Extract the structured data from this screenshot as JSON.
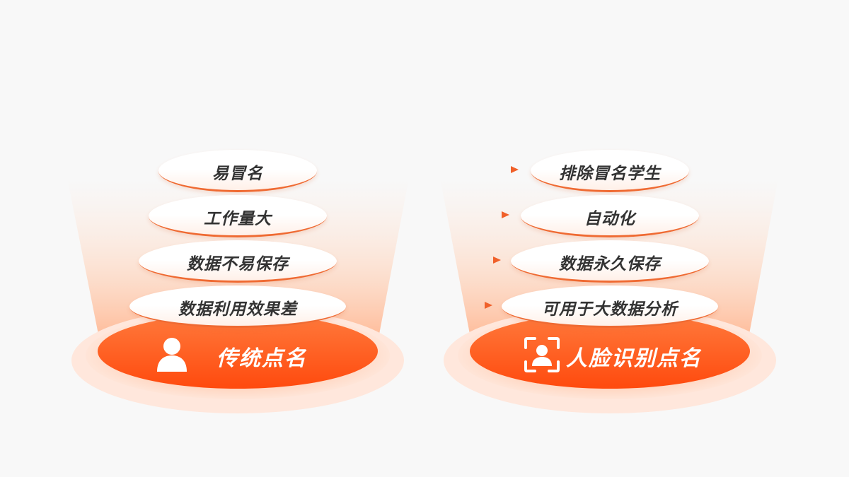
{
  "colors": {
    "accent": "#ff5a14",
    "text": "#333333",
    "background": "#f8f8f8"
  },
  "left": {
    "title": "传统点名",
    "icon": "person-icon",
    "items": [
      "易冒名",
      "工作量大",
      "数据不易保存",
      "数据利用效果差"
    ]
  },
  "right": {
    "title": "人脸识别点名",
    "icon": "face-scan-icon",
    "items": [
      "排除冒名学生",
      "自动化",
      "数据永久保存",
      "可用于大数据分析"
    ]
  }
}
